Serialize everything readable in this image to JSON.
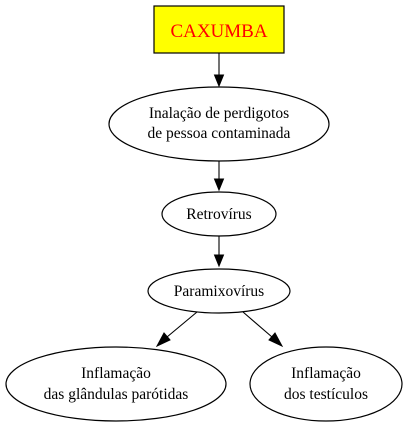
{
  "nodes": {
    "caxumba": {
      "lines": [
        "CAXUMBA"
      ],
      "fill": "#ffff00",
      "text_color": "#ff0000"
    },
    "inalacao": {
      "lines": [
        "Inalação de perdigotos",
        "de pessoa contaminada"
      ]
    },
    "retrovirus": {
      "lines": [
        "Retrovírus"
      ]
    },
    "paramixovirus": {
      "lines": [
        "Paramixovírus"
      ]
    },
    "parotidas": {
      "lines": [
        "Inflamação",
        "das glândulas parótidas"
      ]
    },
    "testiculos": {
      "lines": [
        "Inflamação",
        "dos testículos"
      ]
    }
  },
  "edges": [
    {
      "from": "caxumba",
      "to": "inalacao"
    },
    {
      "from": "inalacao",
      "to": "retrovirus"
    },
    {
      "from": "retrovirus",
      "to": "paramixovirus"
    },
    {
      "from": "paramixovirus",
      "to": "parotidas"
    },
    {
      "from": "paramixovirus",
      "to": "testiculos"
    }
  ]
}
